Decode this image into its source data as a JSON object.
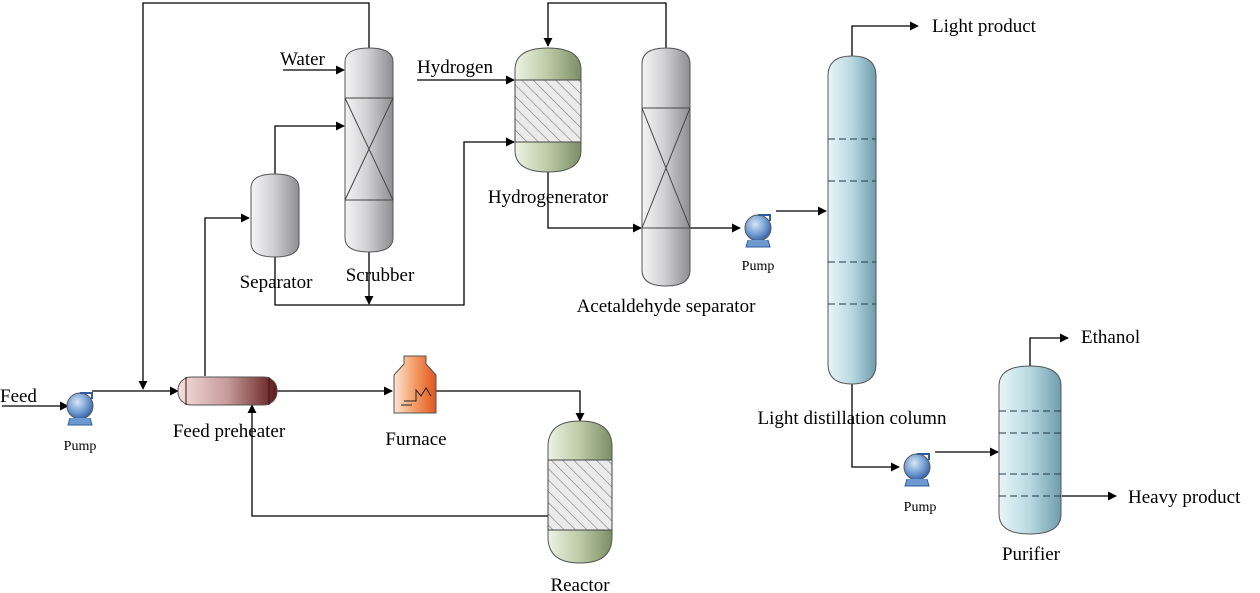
{
  "labels": {
    "feed": "Feed",
    "pump_feed": "Pump",
    "feed_preheater": "Feed preheater",
    "furnace": "Furnace",
    "reactor": "Reactor",
    "separator": "Separator",
    "scrubber": "Scrubber",
    "water": "Water",
    "hydrogen": "Hydrogen",
    "hydrogenerator": "Hydrogenerator",
    "acetaldehyde_separator": "Acetaldehyde separator",
    "pump_mid": "Pump",
    "light_product": "Light product",
    "light_distillation_column": "Light distillation column",
    "pump_bottom": "Pump",
    "ethanol": "Ethanol",
    "heavy_product": "Heavy product",
    "purifier": "Purifier"
  },
  "colors": {
    "grey_vessel": "#c4c4c6",
    "green_vessel": "#bccaa6",
    "blue_vessel": "#b8d8e2",
    "pump_blue": "#4a7dc0",
    "heater_red": "#7a2e2e",
    "furnace_orange": "#f07a3a"
  }
}
